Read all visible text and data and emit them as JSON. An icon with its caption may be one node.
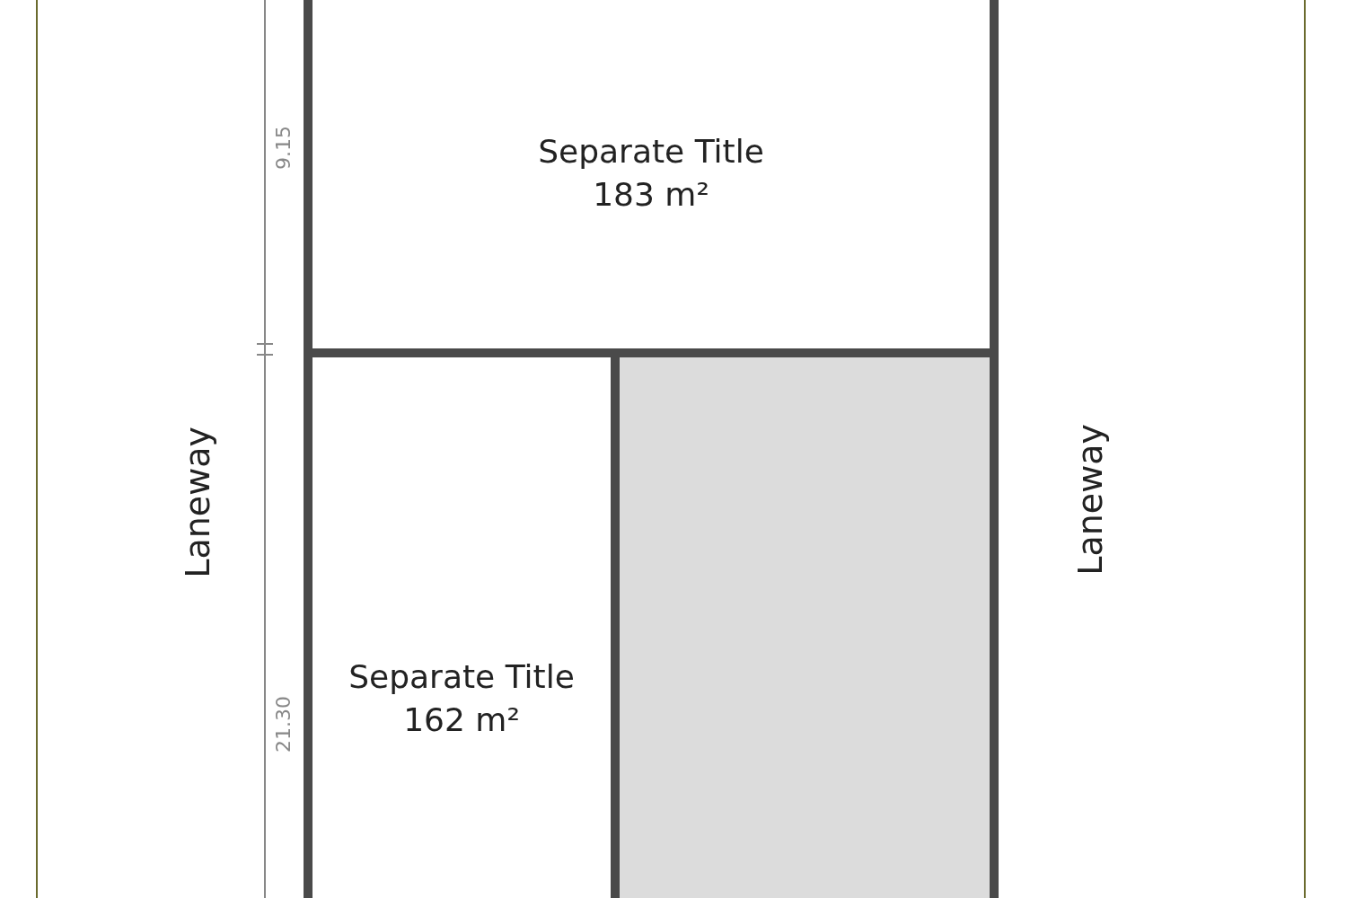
{
  "diagram": {
    "nodes": [
      {
        "text": [
          "Separate Title",
          "183 m²"
        ]
      },
      {
        "text": [
          "Separate Title",
          "162 m²"
        ]
      },
      {
        "text": [],
        "shape": "box"
      }
    ],
    "labels": [
      "9.15",
      "21.30",
      "Laneway",
      "Laneway"
    ]
  }
}
